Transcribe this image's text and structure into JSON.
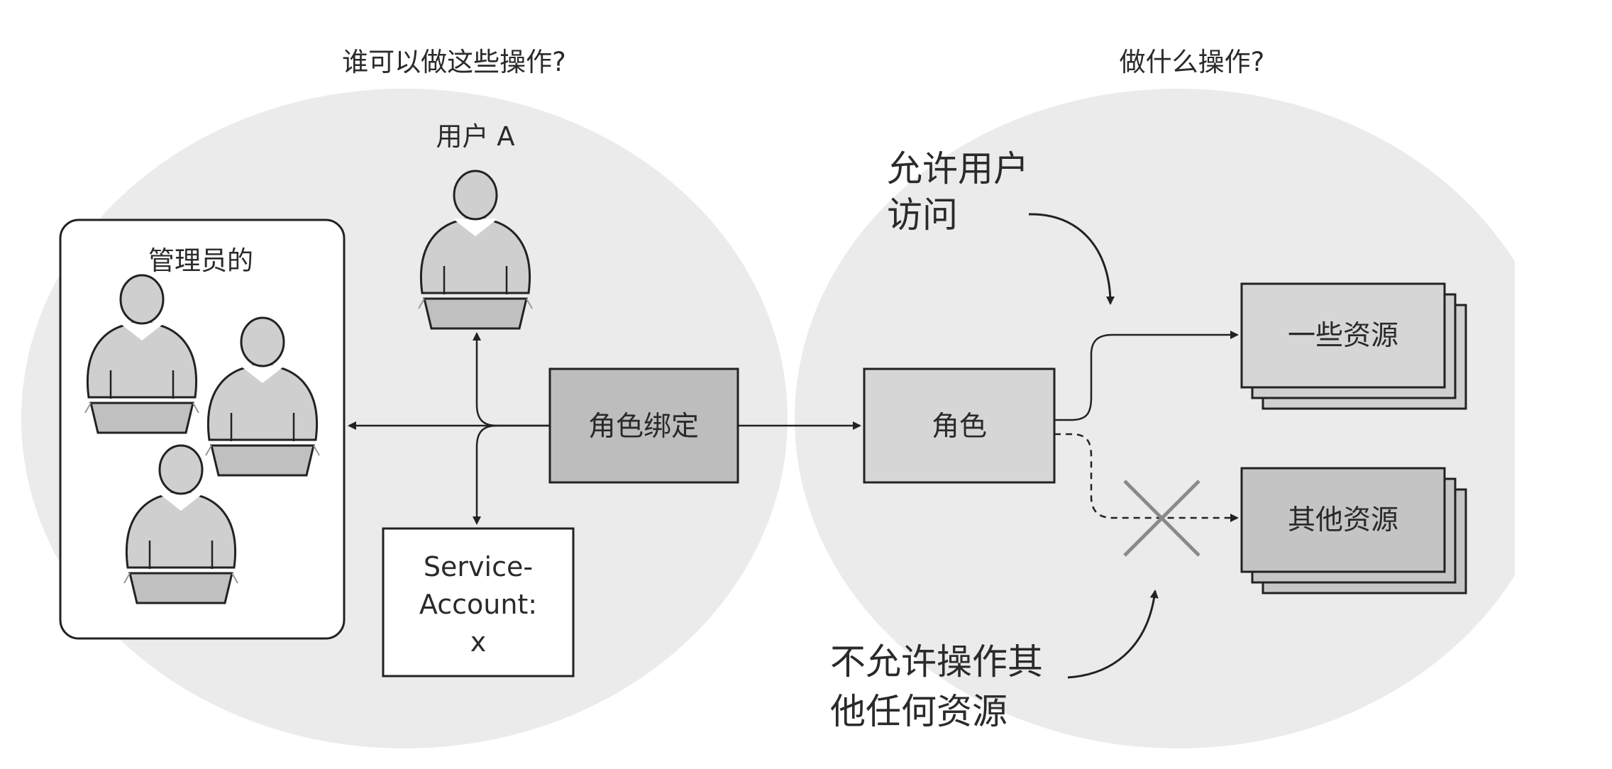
{
  "who": {
    "heading": "谁可以做这些操作?",
    "user_a": "用户 A",
    "admins": "管理员的",
    "service_account": [
      "Service-",
      "Account:",
      "x"
    ]
  },
  "what": {
    "heading": "做什么操作?",
    "allow_note": [
      "允许用户",
      "访问"
    ],
    "deny_note": [
      "不允许操作其",
      "他任何资源"
    ]
  },
  "role_binding": "角色绑定",
  "role": "角色",
  "resources": {
    "some": "一些资源",
    "other": "其他资源"
  },
  "colors": {
    "ellipse": "#ebebeb",
    "box_dark": "#bdbdbd",
    "box_light": "#d6d6d6",
    "stroke": "#222222",
    "person": "#cfcfcf"
  }
}
